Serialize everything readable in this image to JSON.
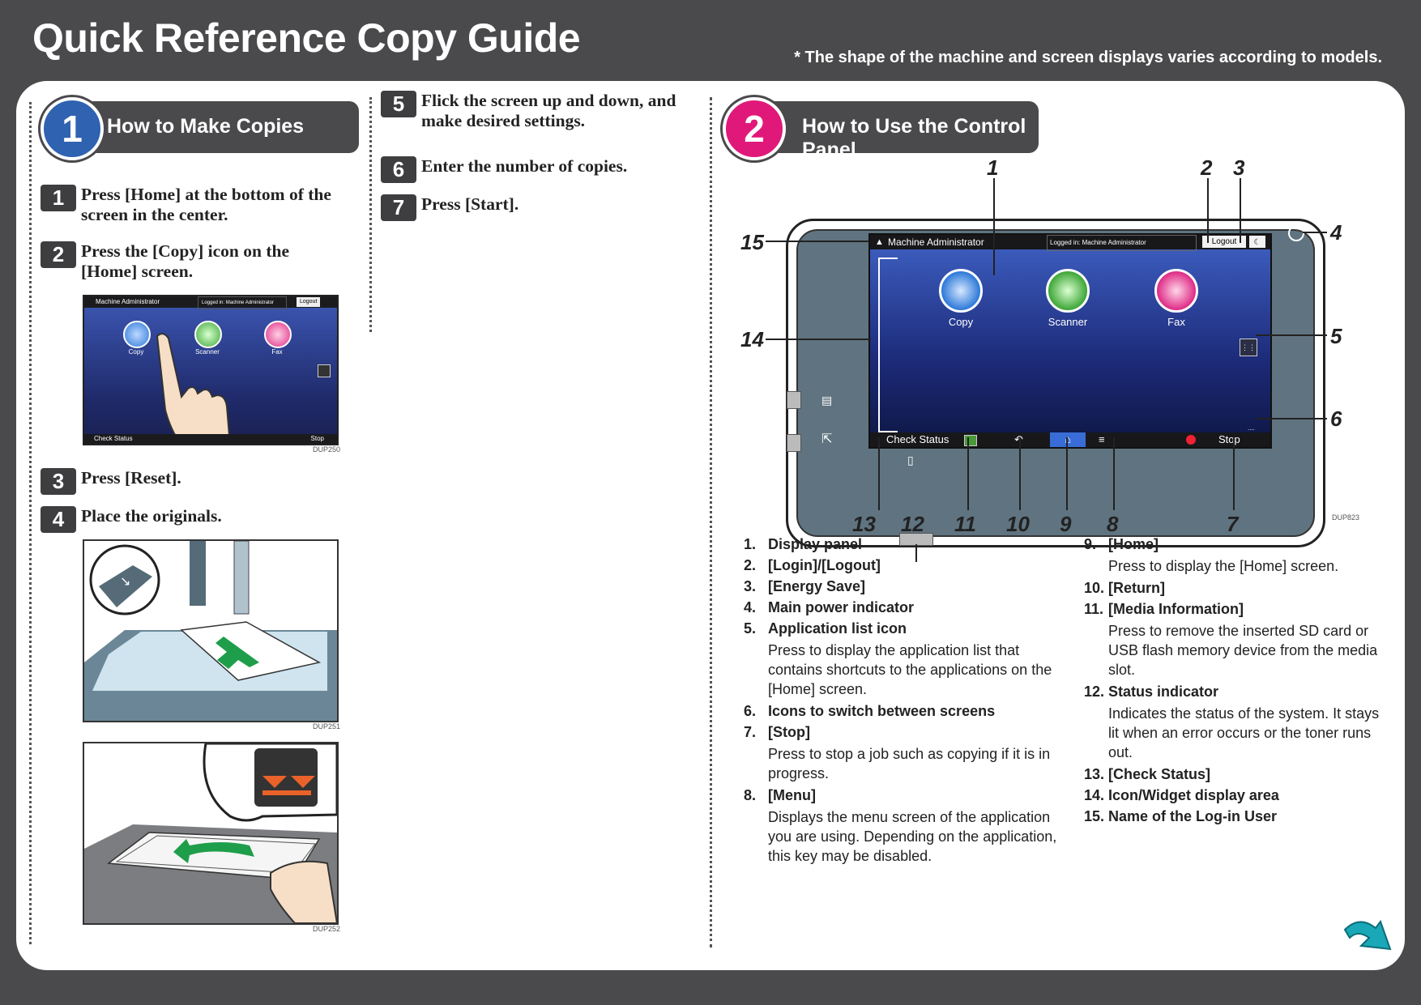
{
  "header": {
    "title": "Quick Reference Copy Guide",
    "note": "* The shape of the machine and screen displays varies according to models."
  },
  "section1": {
    "number": "1",
    "title": "How to Make Copies",
    "color": "#2f62b0",
    "steps": [
      {
        "num": "1",
        "text": "Press [Home] at the bottom of the screen in the center."
      },
      {
        "num": "2",
        "text": "Press the [Copy] icon on the [Home] screen."
      },
      {
        "num": "3",
        "text": "Press [Reset]."
      },
      {
        "num": "4",
        "text": "Place the originals."
      },
      {
        "num": "5",
        "text": "Flick the screen up and down, and make desired settings."
      },
      {
        "num": "6",
        "text": "Enter the number of copies."
      },
      {
        "num": "7",
        "text": "Press [Start]."
      }
    ],
    "figure_ids": [
      "DUP250",
      "DUP251",
      "DUP252"
    ],
    "mini_screen": {
      "user": "Machine Administrator",
      "logged_in": "Logged in: Machine Administrator",
      "logout": "Logout",
      "apps": [
        "Copy",
        "Scanner",
        "Fax"
      ],
      "check_status": "Check Status",
      "stop": "Stop"
    }
  },
  "section2": {
    "number": "2",
    "title": "How to Use the Control Panel",
    "color": "#e0187a",
    "figure_id": "DUP823",
    "screen": {
      "user": "Machine Administrator",
      "logged_in": "Logged in: Machine Administrator",
      "logout": "Logout",
      "apps": [
        "Copy",
        "Scanner",
        "Fax"
      ],
      "check_status": "Check Status",
      "stop": "Stop"
    },
    "callouts": [
      "1",
      "2",
      "3",
      "4",
      "5",
      "6",
      "7",
      "8",
      "9",
      "10",
      "11",
      "12",
      "13",
      "14",
      "15"
    ],
    "items_left": [
      {
        "n": "1.",
        "title": "Display panel",
        "desc": ""
      },
      {
        "n": "2.",
        "title": "[Login]/[Logout]",
        "desc": ""
      },
      {
        "n": "3.",
        "title": "[Energy Save]",
        "desc": ""
      },
      {
        "n": "4.",
        "title": "Main power indicator",
        "desc": ""
      },
      {
        "n": "5.",
        "title": "Application list icon",
        "desc": "Press to display the application list that contains shortcuts to the applications on the [Home] screen."
      },
      {
        "n": "6.",
        "title": "Icons to switch between screens",
        "desc": ""
      },
      {
        "n": "7.",
        "title": "[Stop]",
        "desc": "Press to stop a job such as copying if it is in progress."
      },
      {
        "n": "8.",
        "title": "[Menu]",
        "desc": "Displays the menu screen of the application you are using. Depending on the application, this key may be disabled."
      }
    ],
    "items_right": [
      {
        "n": "9.",
        "title": "[Home]",
        "desc": "Press to display the [Home] screen."
      },
      {
        "n": "10.",
        "title": "[Return]",
        "desc": ""
      },
      {
        "n": "11.",
        "title": "[Media Information]",
        "desc": "Press to remove the inserted SD card or USB flash memory device from the media slot."
      },
      {
        "n": "12.",
        "title": "Status indicator",
        "desc": "Indicates the status of the system. It stays lit when an error occurs or the toner runs out."
      },
      {
        "n": "13.",
        "title": "[Check Status]",
        "desc": ""
      },
      {
        "n": "14.",
        "title": "Icon/Widget display area",
        "desc": ""
      },
      {
        "n": "15.",
        "title": "Name of the Log-in User",
        "desc": ""
      }
    ]
  }
}
